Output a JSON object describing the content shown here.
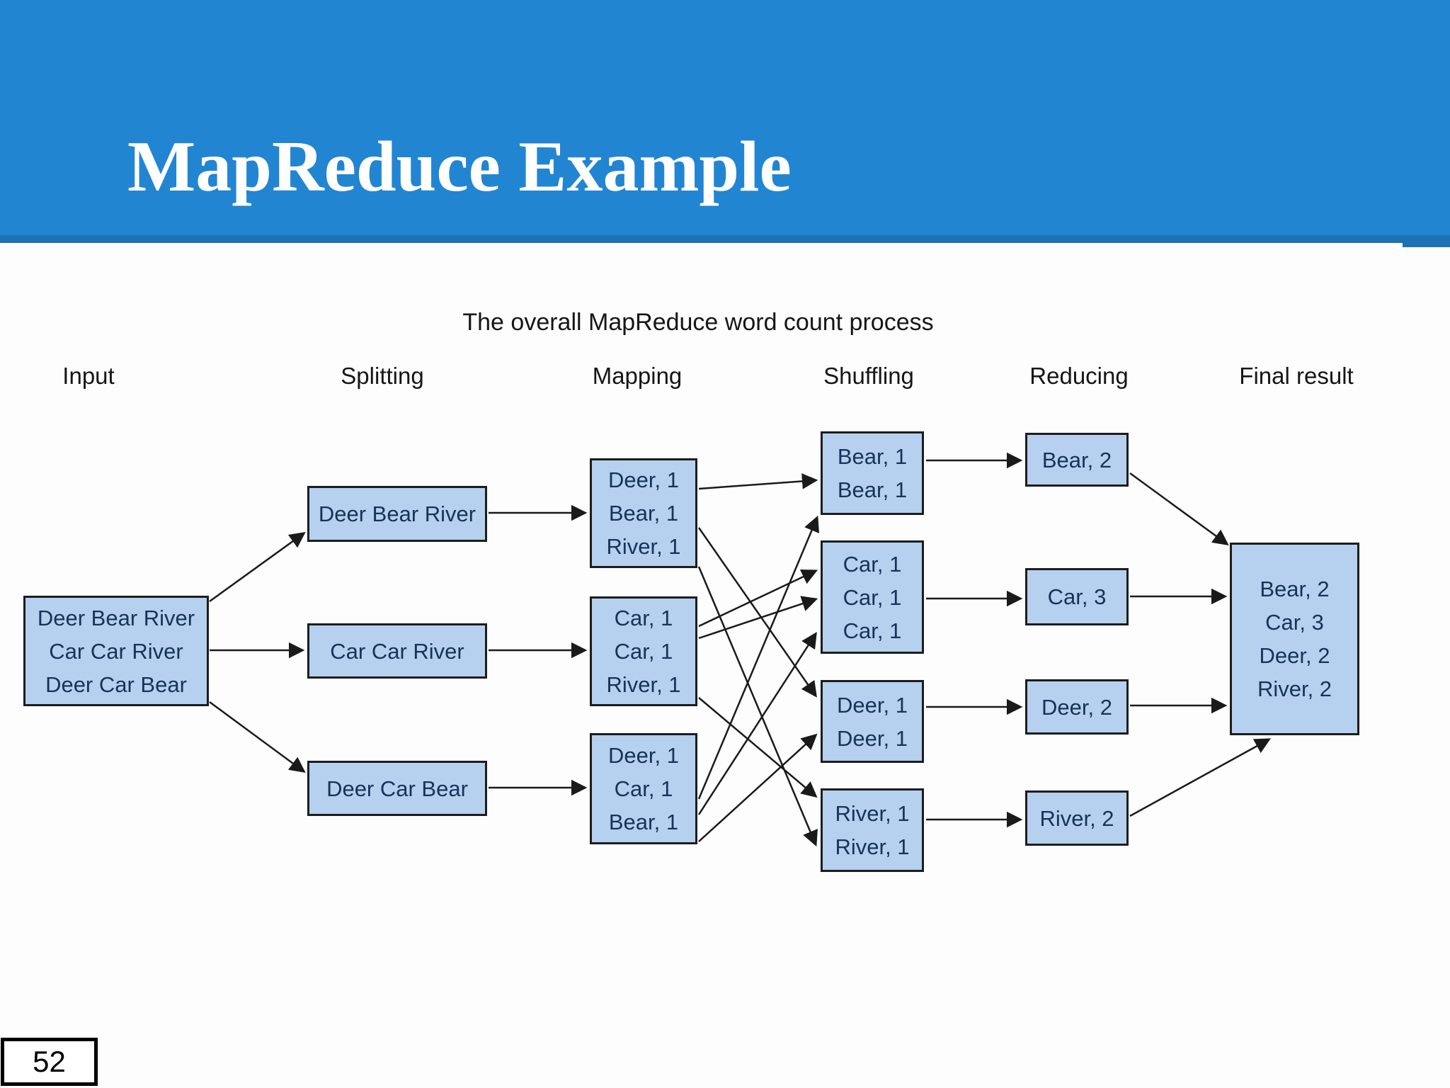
{
  "slide": {
    "title": "MapReduce Example",
    "page_number": "52"
  },
  "colors": {
    "banner_blue": "#2285d2",
    "banner_edge": "#1d72b4",
    "box_fill": "#b5d1ef",
    "box_border": "#1d1d1d",
    "box_text": "#16335a",
    "arrow": "#1a1a1a"
  },
  "diagram": {
    "title": "The overall MapReduce word count process",
    "columns": [
      {
        "label": "Input"
      },
      {
        "label": "Splitting"
      },
      {
        "label": "Mapping"
      },
      {
        "label": "Shuffling"
      },
      {
        "label": "Reducing"
      },
      {
        "label": "Final result"
      }
    ],
    "nodes": {
      "input": {
        "lines": [
          "Deer Bear River",
          "Car Car River",
          "Deer Car Bear"
        ]
      },
      "split_1": {
        "lines": [
          "Deer Bear River"
        ]
      },
      "split_2": {
        "lines": [
          "Car Car River"
        ]
      },
      "split_3": {
        "lines": [
          "Deer Car Bear"
        ]
      },
      "map_1": {
        "lines": [
          "Deer, 1",
          "Bear, 1",
          "River, 1"
        ]
      },
      "map_2": {
        "lines": [
          "Car, 1",
          "Car, 1",
          "River, 1"
        ]
      },
      "map_3": {
        "lines": [
          "Deer, 1",
          "Car, 1",
          "Bear, 1"
        ]
      },
      "shuffle_1": {
        "lines": [
          "Bear, 1",
          "Bear, 1"
        ]
      },
      "shuffle_2": {
        "lines": [
          "Car, 1",
          "Car, 1",
          "Car, 1"
        ]
      },
      "shuffle_3": {
        "lines": [
          "Deer, 1",
          "Deer, 1"
        ]
      },
      "shuffle_4": {
        "lines": [
          "River, 1",
          "River, 1"
        ]
      },
      "reduce_1": {
        "lines": [
          "Bear, 2"
        ]
      },
      "reduce_2": {
        "lines": [
          "Car, 3"
        ]
      },
      "reduce_3": {
        "lines": [
          "Deer, 2"
        ]
      },
      "reduce_4": {
        "lines": [
          "River, 2"
        ]
      },
      "final": {
        "lines": [
          "Bear, 2",
          "Car, 3",
          "Deer, 2",
          "River, 2"
        ]
      }
    }
  }
}
